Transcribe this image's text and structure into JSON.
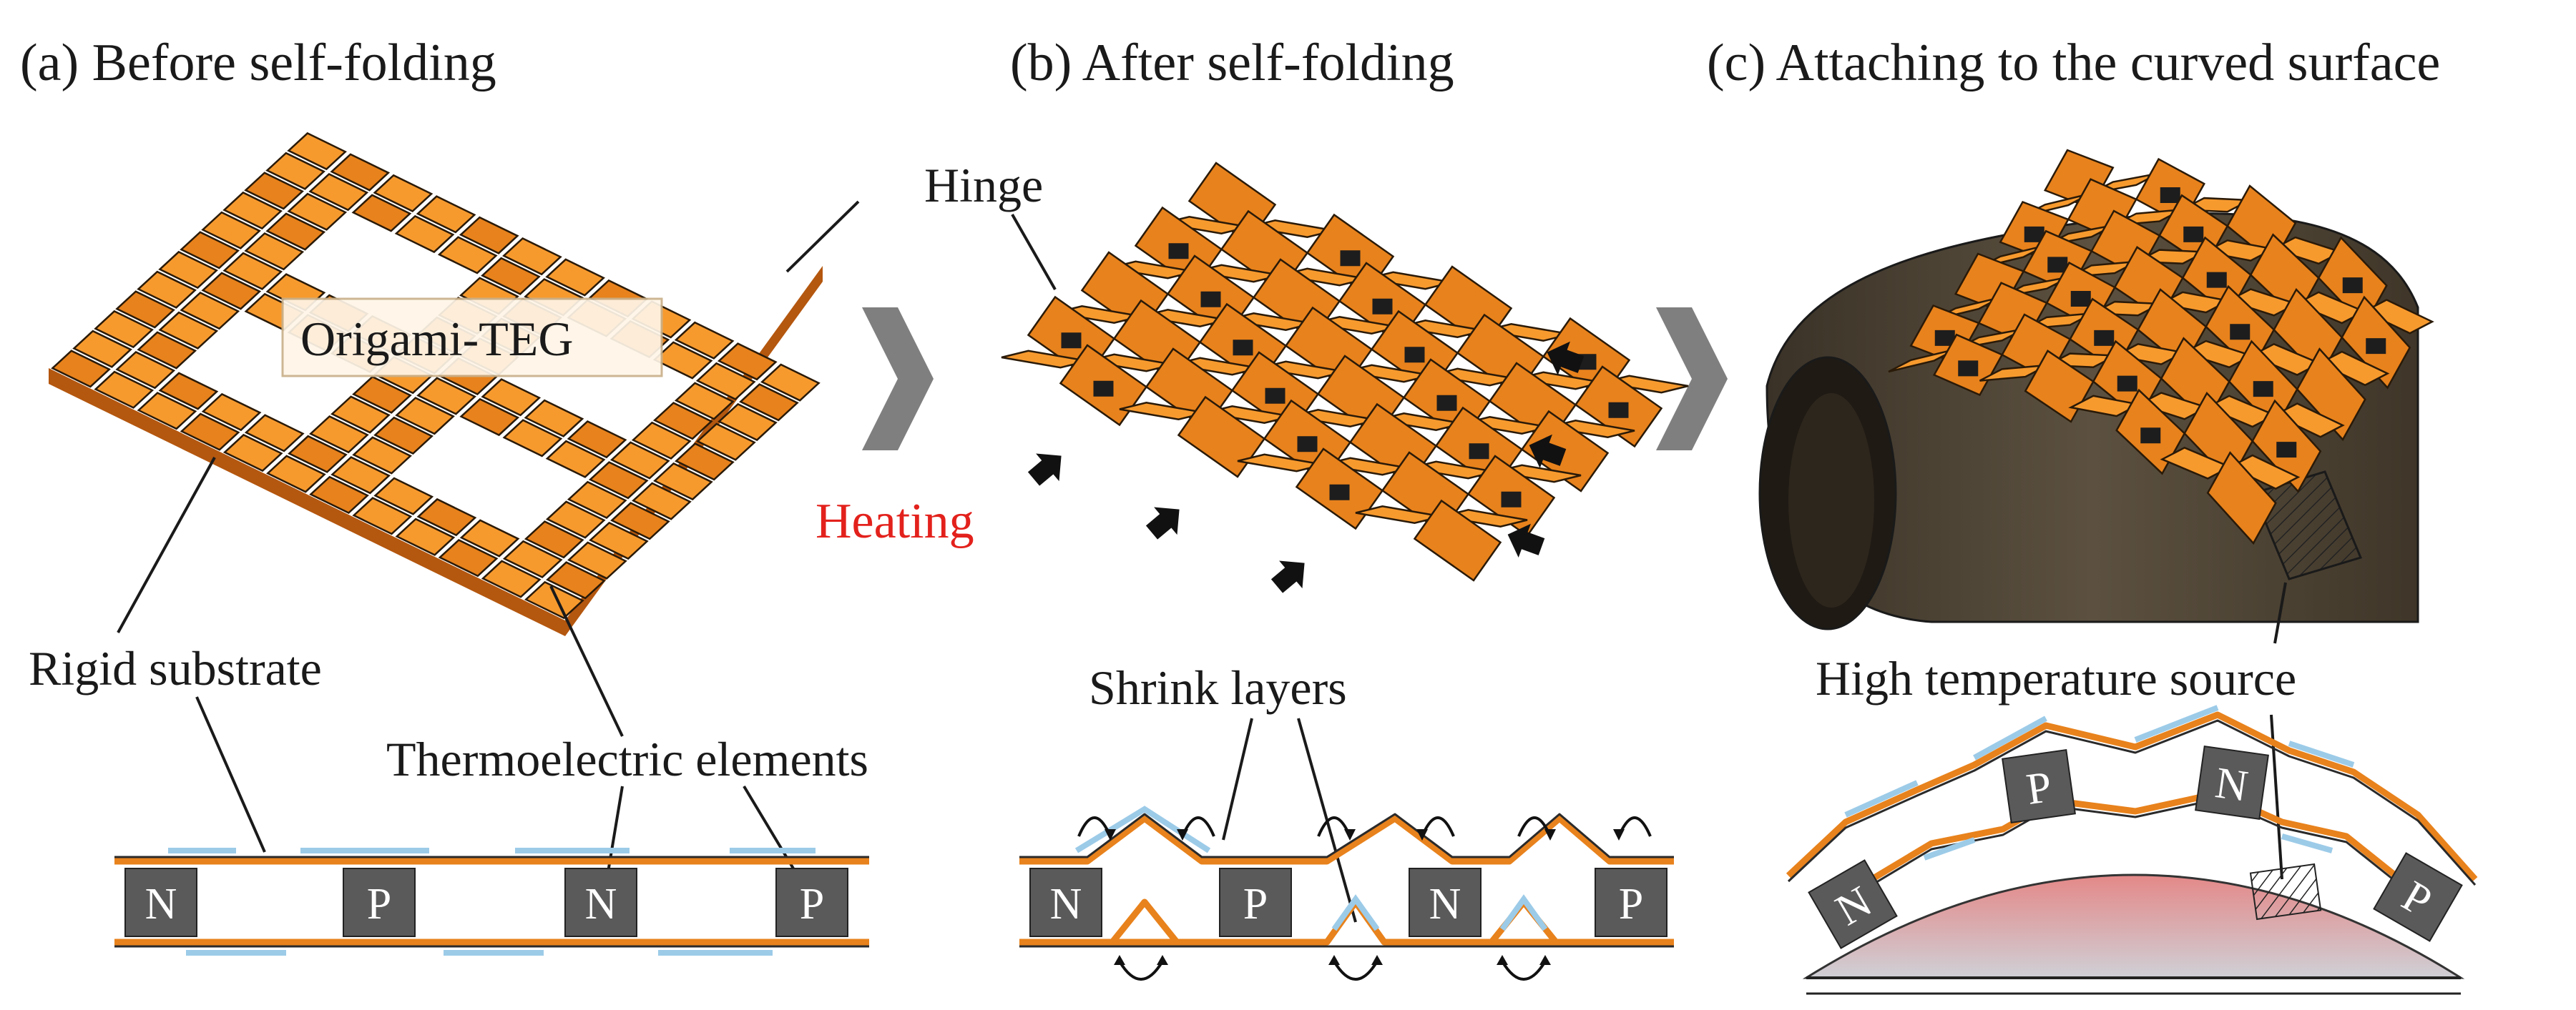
{
  "panels": {
    "a": {
      "title": "(a) Before self-folding",
      "label_origami": "Origami-TEG",
      "label_substrate": "Rigid substrate",
      "label_elements": "Thermoelectric elements",
      "elements": [
        "N",
        "P",
        "N",
        "P"
      ]
    },
    "b": {
      "title": "(b) After self-folding",
      "label_hinge": "Hinge",
      "label_heating": "Heating",
      "label_shrink": "Shrink layers",
      "elements": [
        "N",
        "P",
        "N",
        "P"
      ]
    },
    "c": {
      "title": "(c) Attaching to the curved surface",
      "label_source": "High temperature source",
      "elements": [
        "N",
        "P",
        "N",
        "P"
      ]
    }
  },
  "colors": {
    "tile": "#f79a2e",
    "tile_dark": "#e8821c",
    "shrink_layer": "#9ccbe8",
    "element": "#5a5a5a",
    "heating_text": "#e3211c",
    "arrow": "#7f7f7f",
    "cylinder": "#4a4033",
    "heat_source": "#e48888"
  },
  "icons": [
    "right-arrow-icon",
    "compress-arrow-icon",
    "bend-arrow-icon"
  ]
}
